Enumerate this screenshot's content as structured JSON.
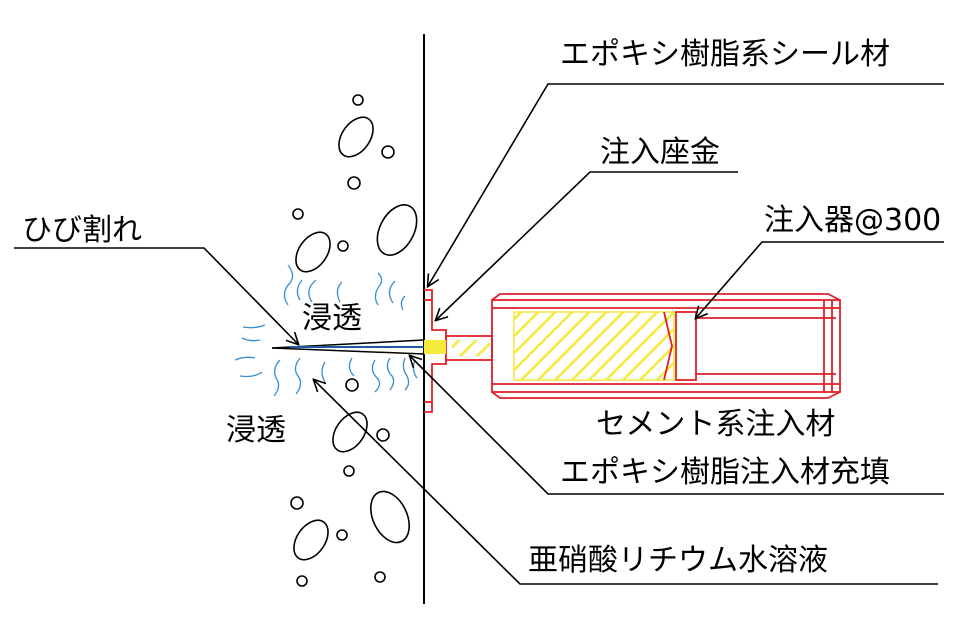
{
  "labels": {
    "seal": "エポキシ樹脂系シール材",
    "washer": "注入座金",
    "injector": "注入器@300",
    "crack": "ひび割れ",
    "permeation_upper": "浸透",
    "permeation_lower": "浸透",
    "cement": "セメント系注入材",
    "epoxy_fill": "エポキシ樹脂注入材充填",
    "lithium": "亜硝酸リチウム水溶液"
  },
  "colors": {
    "line": "#000000",
    "injector": "#e0202a",
    "fill_yellow": "#f5e93a",
    "permeation_blue": "#3a8fd0"
  }
}
